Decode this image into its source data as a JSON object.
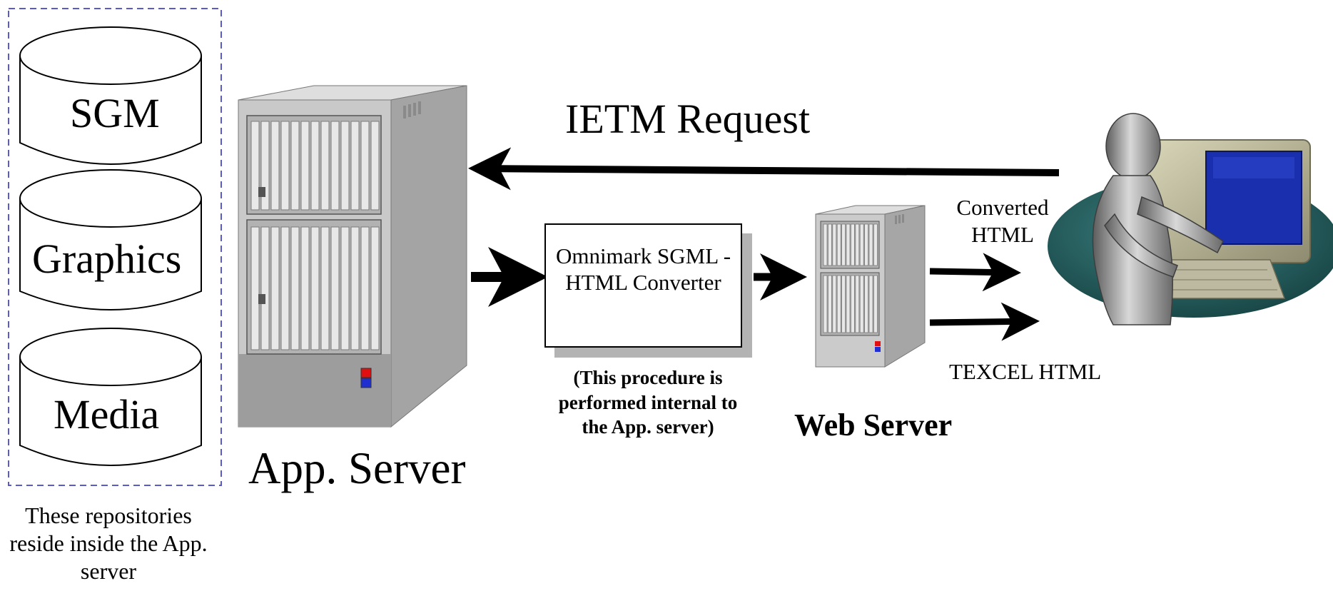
{
  "repositories": {
    "items": [
      "SGM",
      "Graphics",
      "Media"
    ],
    "caption": "These repositories reside inside the App. server",
    "border_color": "#5a5ac8"
  },
  "app_server": {
    "label": "App. Server"
  },
  "request": {
    "label": "IETM Request"
  },
  "converter": {
    "text": "Omnimark SGML - HTML Converter",
    "note": "(This procedure is performed internal to the App. server)"
  },
  "web_server": {
    "label": "Web Server"
  },
  "outputs": {
    "converted": "Converted HTML",
    "texcel": "TEXCEL HTML"
  },
  "colors": {
    "server_body": "#c8c8c8",
    "server_shade": "#9a9a9a",
    "client_disc": "#1f5f5f",
    "monitor_screen": "#1a2fae",
    "indicator_red": "#e01010",
    "indicator_blue": "#2030d0"
  },
  "icons": [
    "database-cylinder-icon",
    "server-tower-icon",
    "user-workstation-icon",
    "arrow-icon"
  ]
}
